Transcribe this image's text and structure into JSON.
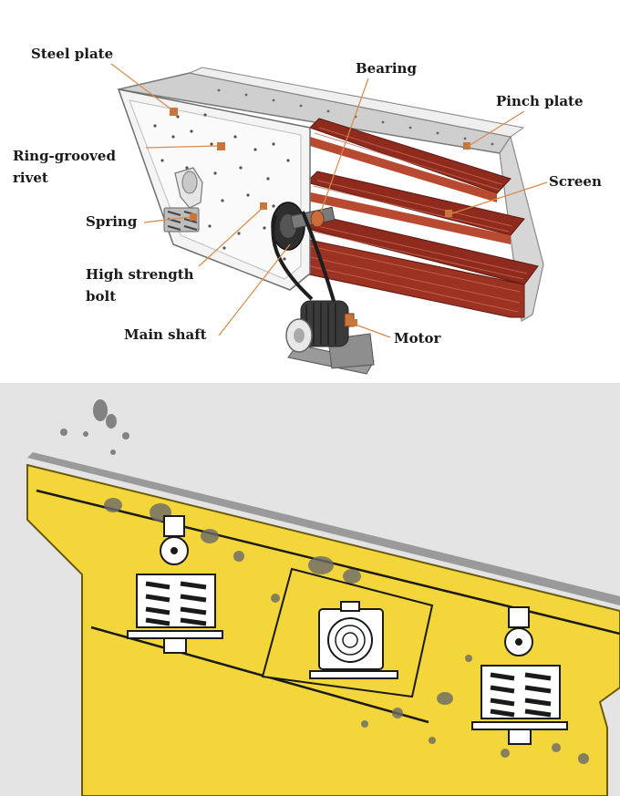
{
  "labels": {
    "steel_plate": "Steel plate",
    "bearing": "Bearing",
    "pinch_plate": "Pinch plate",
    "ring_grooved_1": "Ring-grooved",
    "ring_grooved_2": "rivet",
    "screen": "Screen",
    "spring": "Spring",
    "high_strength_1": "High strength",
    "high_strength_2": "bolt",
    "main_shaft": "Main shaft",
    "motor": "Motor"
  },
  "colors": {
    "screen_red": "#8e2a1e",
    "frame_gray": "#d8d8d8",
    "leader_orange": "#d88a4a",
    "marker_orange": "#c8763c",
    "machine_yellow": "#f2d63a",
    "panel_bg": "#e4e4e4"
  }
}
